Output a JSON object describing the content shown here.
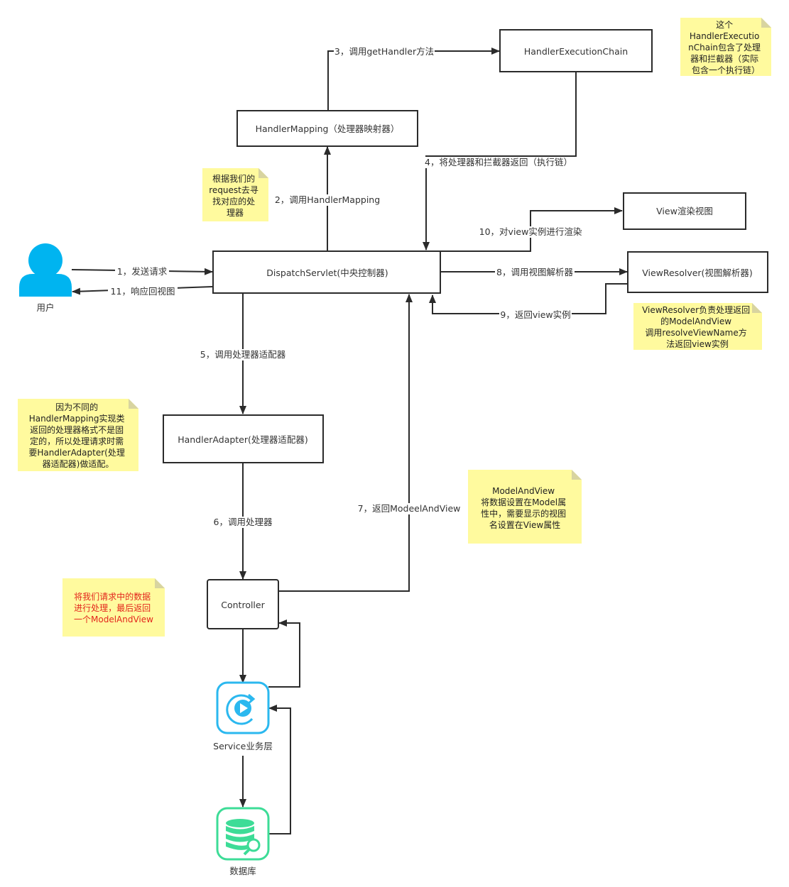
{
  "nodes": {
    "user": "用户",
    "dispatcher": "DispatchServlet(中央控制器)",
    "handler_mapping": "HandlerMapping（处理器映射器）",
    "execution_chain": "HandlerExecutionChain",
    "handler_adapter": "HandlerAdapter(处理器适配器)",
    "controller": "Controller",
    "service": "Service业务层",
    "database": "数据库",
    "view_resolver": "ViewResolver(视图解析器)",
    "view": "View渲染视图"
  },
  "edges": {
    "e1": "1，发送请求",
    "e2": "2，调用HandlerMapping",
    "e3": "3，调用getHandler方法",
    "e4": "4，将处理器和拦截器返回（执行链）",
    "e5": "5，调用处理器适配器",
    "e6": "6，调用处理器",
    "e7": "7，返回ModeelAndView",
    "e8": "8，调用视图解析器",
    "e9": "9，返回view实例",
    "e10": "10，对view实例进行渲染",
    "e11": "11，响应回视图"
  },
  "notes": {
    "chain": [
      "这个",
      "HandlerExecutio",
      "nChain包含了处理",
      "器和拦截器（实际",
      "包含一个执行链）"
    ],
    "mapping": [
      "根据我们的",
      "request去寻",
      "找对应的处",
      "理器"
    ],
    "view_resolver": [
      "ViewResolver负责处理返回",
      "的ModelAndView",
      "调用resolveViewName方",
      "法返回view实例"
    ],
    "adapter": [
      "因为不同的",
      "HandlerMapping实现类",
      "返回的处理器格式不是固",
      "定的，所以处理请求时需",
      "要HandlerAdapter(处理",
      "器适配器)做适配。"
    ],
    "model_and_view": [
      "ModelAndView",
      "将数据设置在Model属",
      "性中，需要显示的视图",
      "名设置在View属性"
    ],
    "controller": [
      "将我们请求中的数据",
      "进行处理，最后返回",
      "一个ModelAndView"
    ]
  },
  "colors": {
    "note_fill": "#fffa9e",
    "user_icon": "#00b4f0",
    "service_icon": "#2bb8ef",
    "db_icon": "#3ddc97",
    "red_text": "#e3261c"
  },
  "icons": {
    "user": "user-icon",
    "service": "service-play-icon",
    "database": "database-gear-icon"
  }
}
